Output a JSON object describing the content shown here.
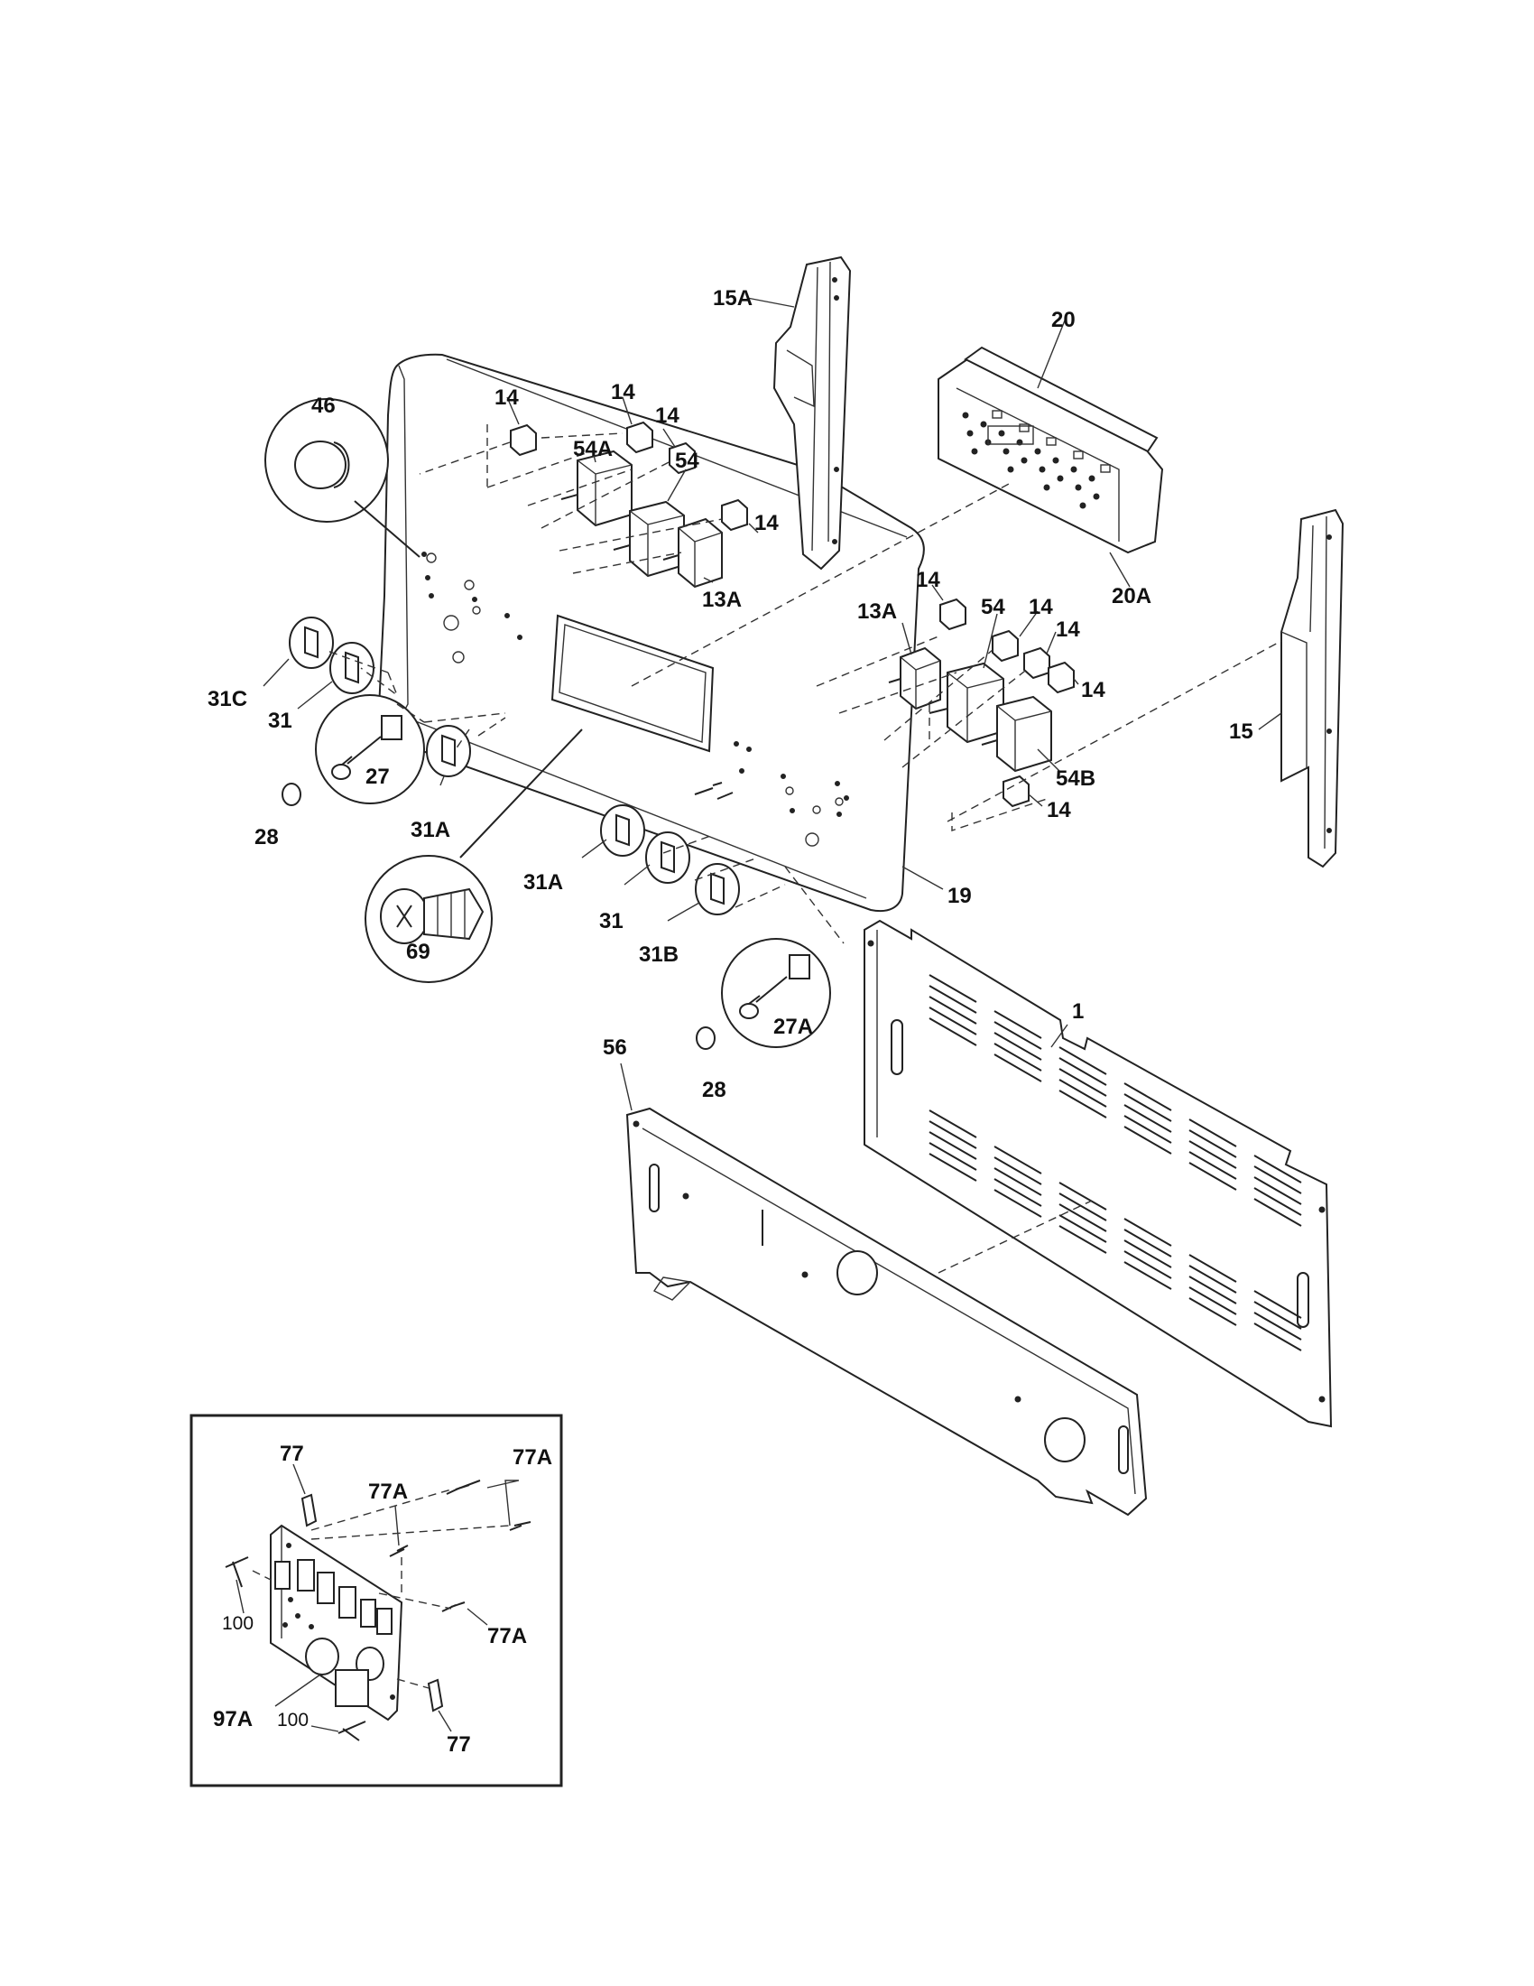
{
  "callouts": {
    "c_15A": "15A",
    "c_20": "20",
    "c_46": "46",
    "c_14a": "14",
    "c_14b": "14",
    "c_14c": "14",
    "c_54A": "54A",
    "c_54a": "54",
    "c_14d": "14",
    "c_13A_top": "13A",
    "c_20A": "20A",
    "c_14e": "14",
    "c_13A_right": "13A",
    "c_54b": "54",
    "c_14f": "14",
    "c_14g": "14",
    "c_14h": "14",
    "c_15": "15",
    "c_54B": "54B",
    "c_14i": "14",
    "c_31C": "31C",
    "c_31a": "31",
    "c_27": "27",
    "c_28a": "28",
    "c_31A_left": "31A",
    "c_69": "69",
    "c_31A_mid": "31A",
    "c_31b": "31",
    "c_31B": "31B",
    "c_19": "19",
    "c_27A": "27A",
    "c_28b": "28",
    "c_1": "1",
    "c_56": "56"
  },
  "inset": {
    "c_77_top": "77",
    "c_77A_top": "77A",
    "c_77A_mid": "77A",
    "c_100_top": "100",
    "c_77A_right": "77A",
    "c_97A": "97A",
    "c_100_bot": "100",
    "c_77_bot": "77"
  }
}
